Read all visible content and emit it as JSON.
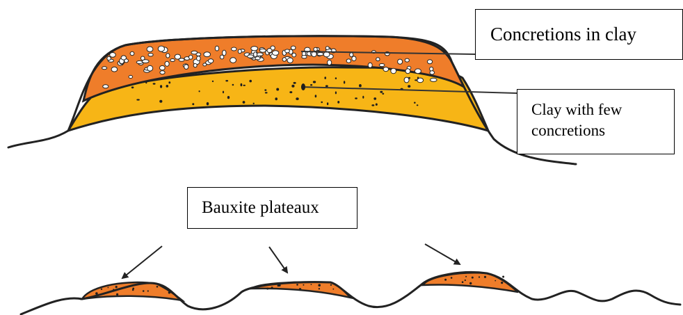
{
  "labels": {
    "concretions_in_clay": "Concretions in clay",
    "clay_few_line1": "Clay with few",
    "clay_few_line2": "concretions",
    "bauxite_plateaux": "Bauxite plateaux"
  },
  "colors": {
    "concretion_layer": "#ef7d2a",
    "clay_layer": "#f7b516",
    "outline": "#222222",
    "pebble": "#ffffff",
    "speck": "#1e1e1e"
  }
}
